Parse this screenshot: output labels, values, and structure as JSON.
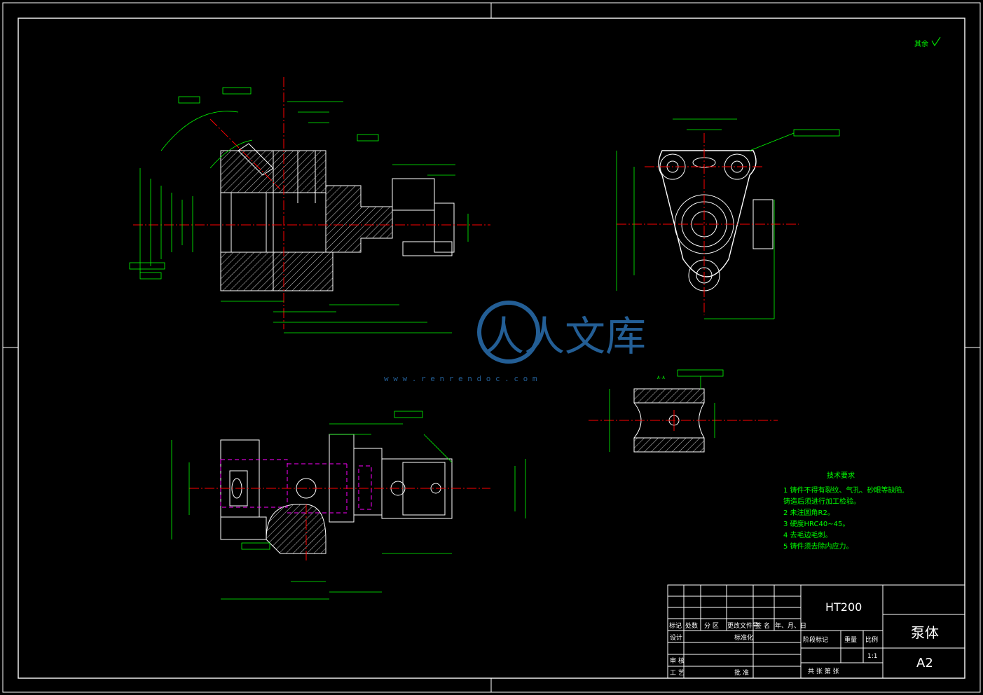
{
  "drawing": {
    "surface_symbol": "其余",
    "watermark": {
      "brand": "人人文库",
      "url": "w w w . r e n r e n d o c . c o m"
    },
    "section_label": "A-A",
    "technical_requirements": {
      "title": "技术要求",
      "items": [
        "1  铸件不得有裂纹、气孔、砂眼等缺陷,",
        "   铸造后须进行加工检验。",
        "2  未注圆角R2。",
        "3  硬度HRC40~45。",
        "4  去毛边毛刺。",
        "5  铸件须去除内应力。"
      ]
    },
    "title_block": {
      "material": "HT200",
      "part_name": "泵体",
      "sheet_size": "A2",
      "scale": "1:1",
      "headers": [
        "标记",
        "处数",
        "分 区",
        "更改文件号",
        "签 名",
        "年、月、日"
      ],
      "design": "设计",
      "standardization": "标准化",
      "review": "审 核",
      "process": "工 艺",
      "approve": "批 准",
      "stage_mark": "阶段标记",
      "weight": "重量",
      "ratio": "比例",
      "sheets": "共 张 第 张"
    }
  },
  "colors": {
    "background": "#000000",
    "outline": "#ffffff",
    "dimension": "#00ff00",
    "centerline": "#ff0000",
    "hidden": "#ff00ff",
    "watermark": "#2a6fb0"
  }
}
